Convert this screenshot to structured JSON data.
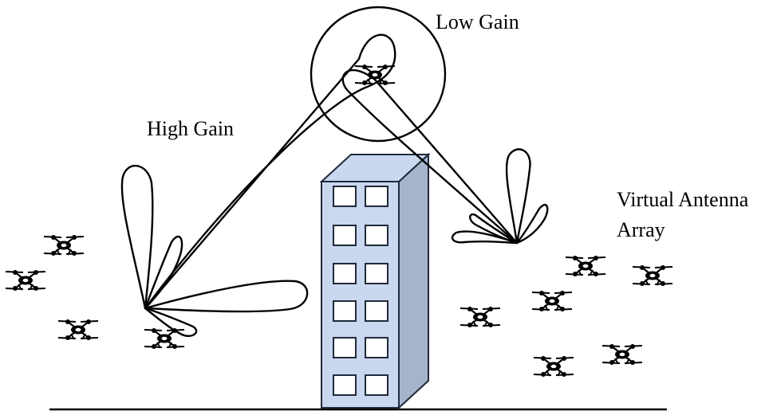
{
  "labels": {
    "low_gain": "Low Gain",
    "high_gain": "High Gain",
    "virtual_antenna_line1": "Virtual Antenna",
    "virtual_antenna_line2": "Array"
  },
  "colors": {
    "building_front": "#c9d7ef",
    "building_side": "#a6b4cb",
    "building_outline": "#1f2a3a",
    "ink": "#000000"
  },
  "icons": {
    "drone": "quadcopter-drone-icon"
  }
}
